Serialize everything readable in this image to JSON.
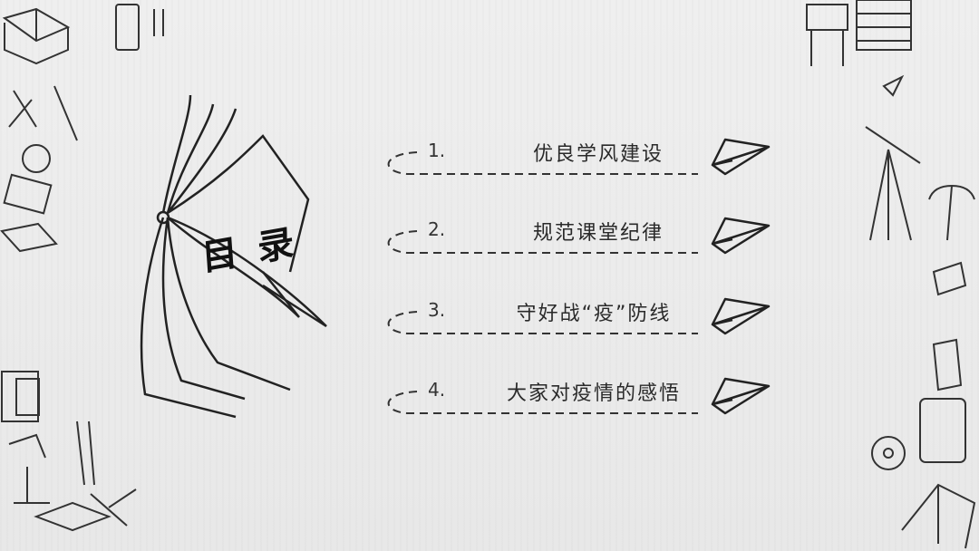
{
  "slide": {
    "heading": "目录",
    "items": [
      {
        "number": "1.",
        "label": "优良学风建设"
      },
      {
        "number": "2.",
        "label": "规范课堂纪律"
      },
      {
        "number": "3.",
        "label": "守好战“疫”防线"
      },
      {
        "number": "4.",
        "label": "大家对疫情的感悟"
      }
    ]
  }
}
